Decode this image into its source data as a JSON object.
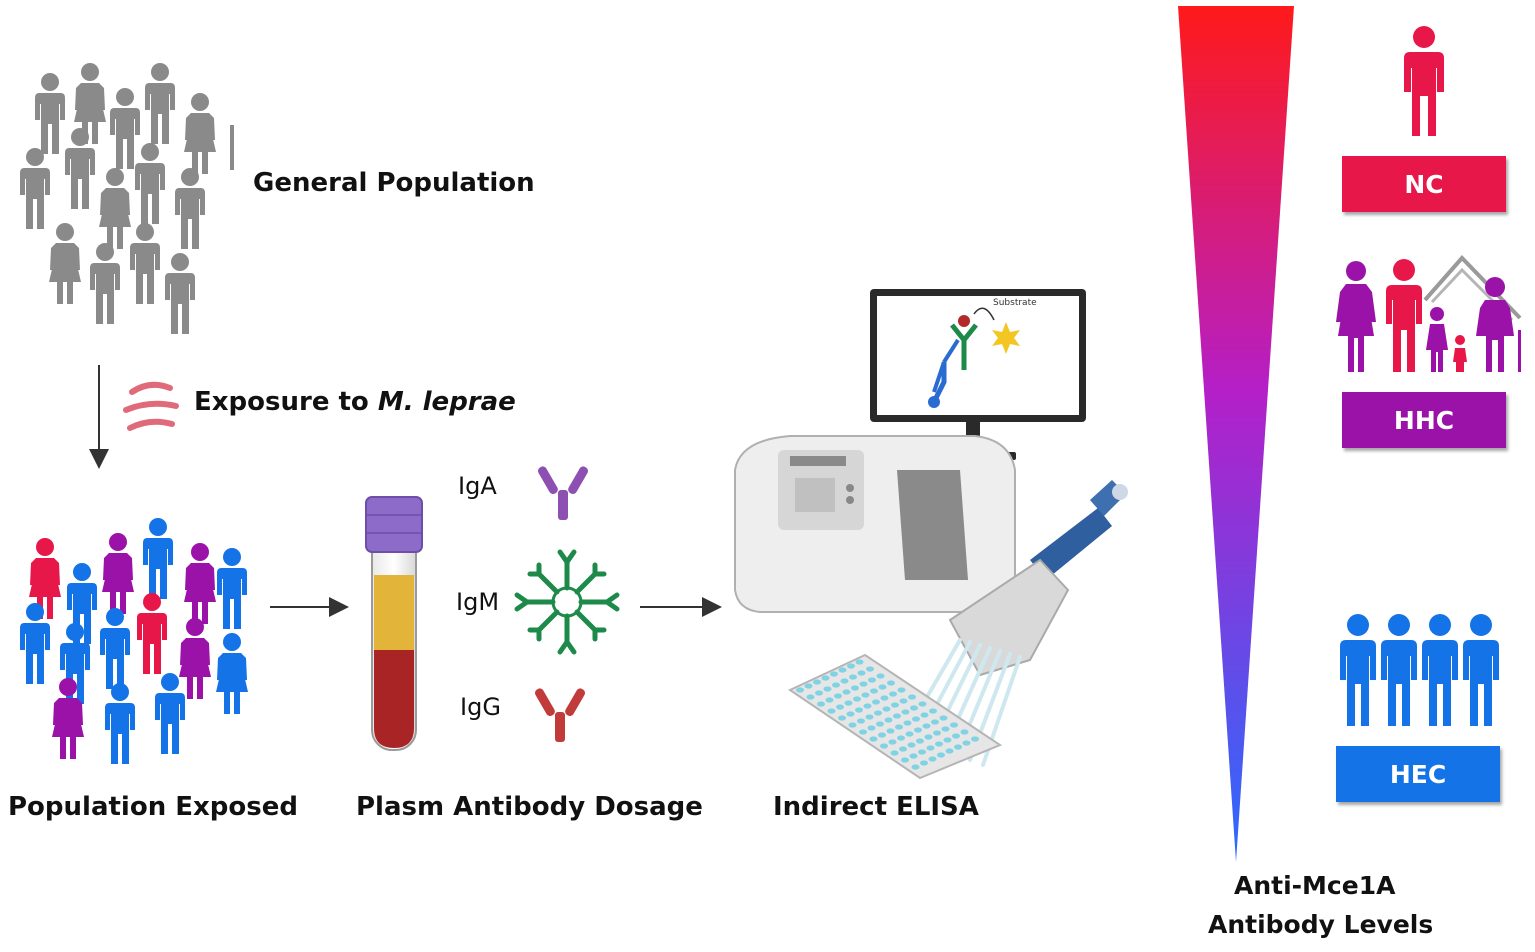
{
  "steps": {
    "general_population": "General Population",
    "exposure_prefix": "Exposure to ",
    "exposure_pathogen": "M. leprae",
    "population_exposed": "Population Exposed",
    "plasm_antibody_dosage": "Plasm Antibody Dosage",
    "indirect_elisa": "Indirect ELISA"
  },
  "antibodies": [
    "IgA",
    "IgM",
    "IgG"
  ],
  "monitor": {
    "substrate_label": "Substrate"
  },
  "gradient": {
    "label_line1": "Anti-Mce1A",
    "label_line2": "Antibody Levels",
    "color_high": "#ff1a1a",
    "color_mid": "#9b1fd6",
    "color_low": "#2a6bff"
  },
  "groups": [
    {
      "name": "NC",
      "color": "#e8174a"
    },
    {
      "name": "HHC",
      "color": "#9a12a8"
    },
    {
      "name": "HEC",
      "color": "#1473e6"
    }
  ],
  "colors": {
    "grey_people": "#8a8a8a",
    "igA": "#8e4fb3",
    "igM": "#1e8a4a",
    "igG": "#c23b3b"
  }
}
